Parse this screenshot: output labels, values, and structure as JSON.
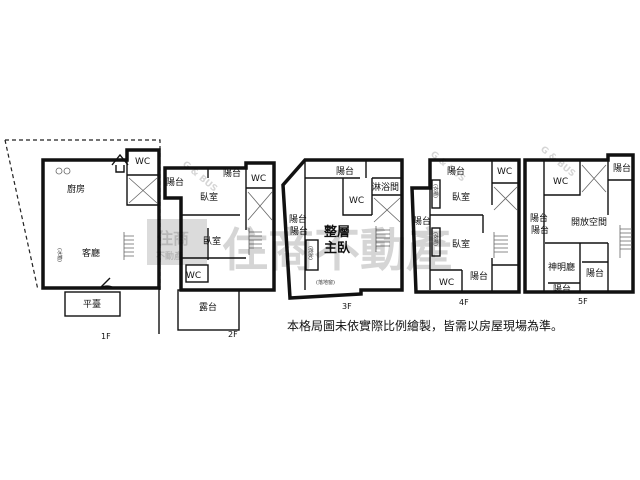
{
  "floors": [
    {
      "id": "1f",
      "label": "1F",
      "rooms": {
        "kitchen": "廚房",
        "living": "客廳",
        "wc": "WC",
        "terrace": "平臺",
        "fridge": "(冰箱)"
      }
    },
    {
      "id": "2f",
      "label": "2F",
      "rooms": {
        "balcony": "陽台",
        "wc": "WC",
        "bedroom1": "臥室",
        "bedroom2": "臥室",
        "roof_terrace": "露台"
      }
    },
    {
      "id": "3f",
      "label": "3F",
      "rooms": {
        "balcony1": "陽台",
        "balcony2": "陽台",
        "shower": "淋浴間",
        "wc": "WC",
        "master_line1": "整層",
        "master_line2": "主臥",
        "dresser": "(梳妝)",
        "floor_window": "(落地窗)"
      }
    },
    {
      "id": "4f",
      "label": "4F",
      "rooms": {
        "balcony1": "陽台",
        "balcony2": "陽台",
        "balcony3": "陽台",
        "wc1": "WC",
        "wc2": "WC",
        "bedroom1": "臥室",
        "bedroom2": "臥室",
        "closet1": "(衣櫃)",
        "closet2": "(衣櫃)"
      }
    },
    {
      "id": "5f",
      "label": "5F",
      "rooms": {
        "wc": "WC",
        "balcony1": "陽台",
        "balcony2": "陽台",
        "balcony3": "陽台",
        "balcony4": "陽台",
        "open_space": "開放空間",
        "shrine": "神明廳"
      }
    }
  ],
  "watermark": {
    "main": "住商不動產",
    "logo_top": "住商",
    "logo_sub": "不動產",
    "latin": "G & BUS"
  },
  "disclaimer": "本格局圖未依實際比例繪製，皆需以房屋現場為準。"
}
